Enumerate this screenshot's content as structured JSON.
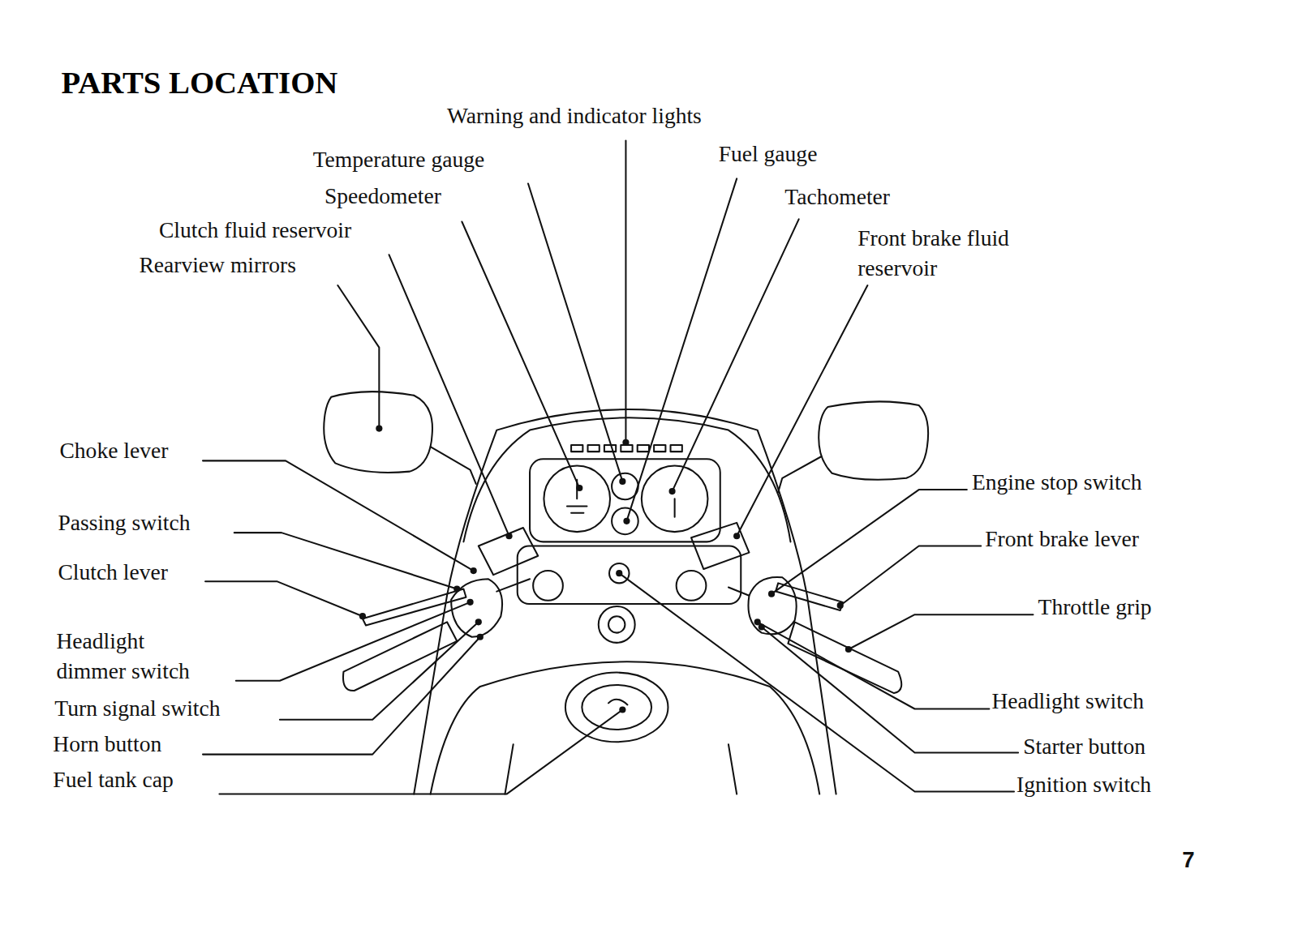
{
  "diagram": {
    "title": "PARTS LOCATION",
    "labels": [
      "Warning and indicator lights",
      "Temperature gauge",
      "Fuel gauge",
      "Speedometer",
      "Tachometer",
      "Clutch fluid reservoir",
      "Front brake fluid reservoir",
      "Rearview mirrors",
      "Choke lever",
      "Engine stop switch",
      "Passing switch",
      "Front brake lever",
      "Clutch lever",
      "Throttle grip",
      "Headlight dimmer switch",
      "Headlight switch",
      "Turn signal switch",
      "Starter button",
      "Horn button",
      "Ignition switch",
      "Fuel tank cap",
      "7"
    ]
  }
}
